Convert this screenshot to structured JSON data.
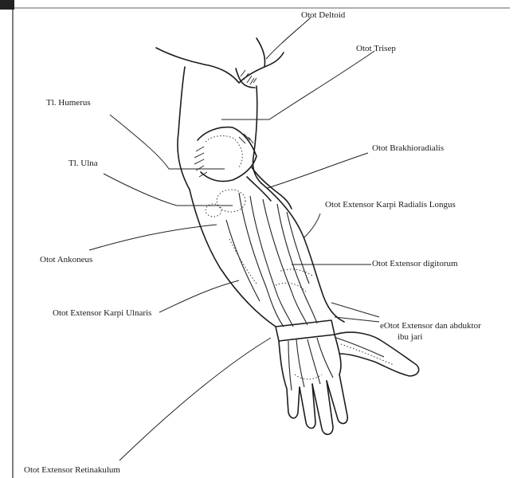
{
  "labels": {
    "deltoid": "Otot Deltoid",
    "trisep": "Otot Trisep",
    "humerus": "Tl. Humerus",
    "brakhioradialis": "Otot Brakhioradialis",
    "ulna": "Tl. Ulna",
    "ecrl": "Otot Extensor Karpi Radialis Longus",
    "ankoneus": "Otot Ankoneus",
    "digitorum": "Otot Extensor digitorum",
    "ecu": "Otot Extensor Karpi Ulnaris",
    "abduktor": "eOtot Extensor dan abduktor",
    "ibu_jari": "ibu jari",
    "retinakulum": "Otot Extensor Retinakulum"
  }
}
